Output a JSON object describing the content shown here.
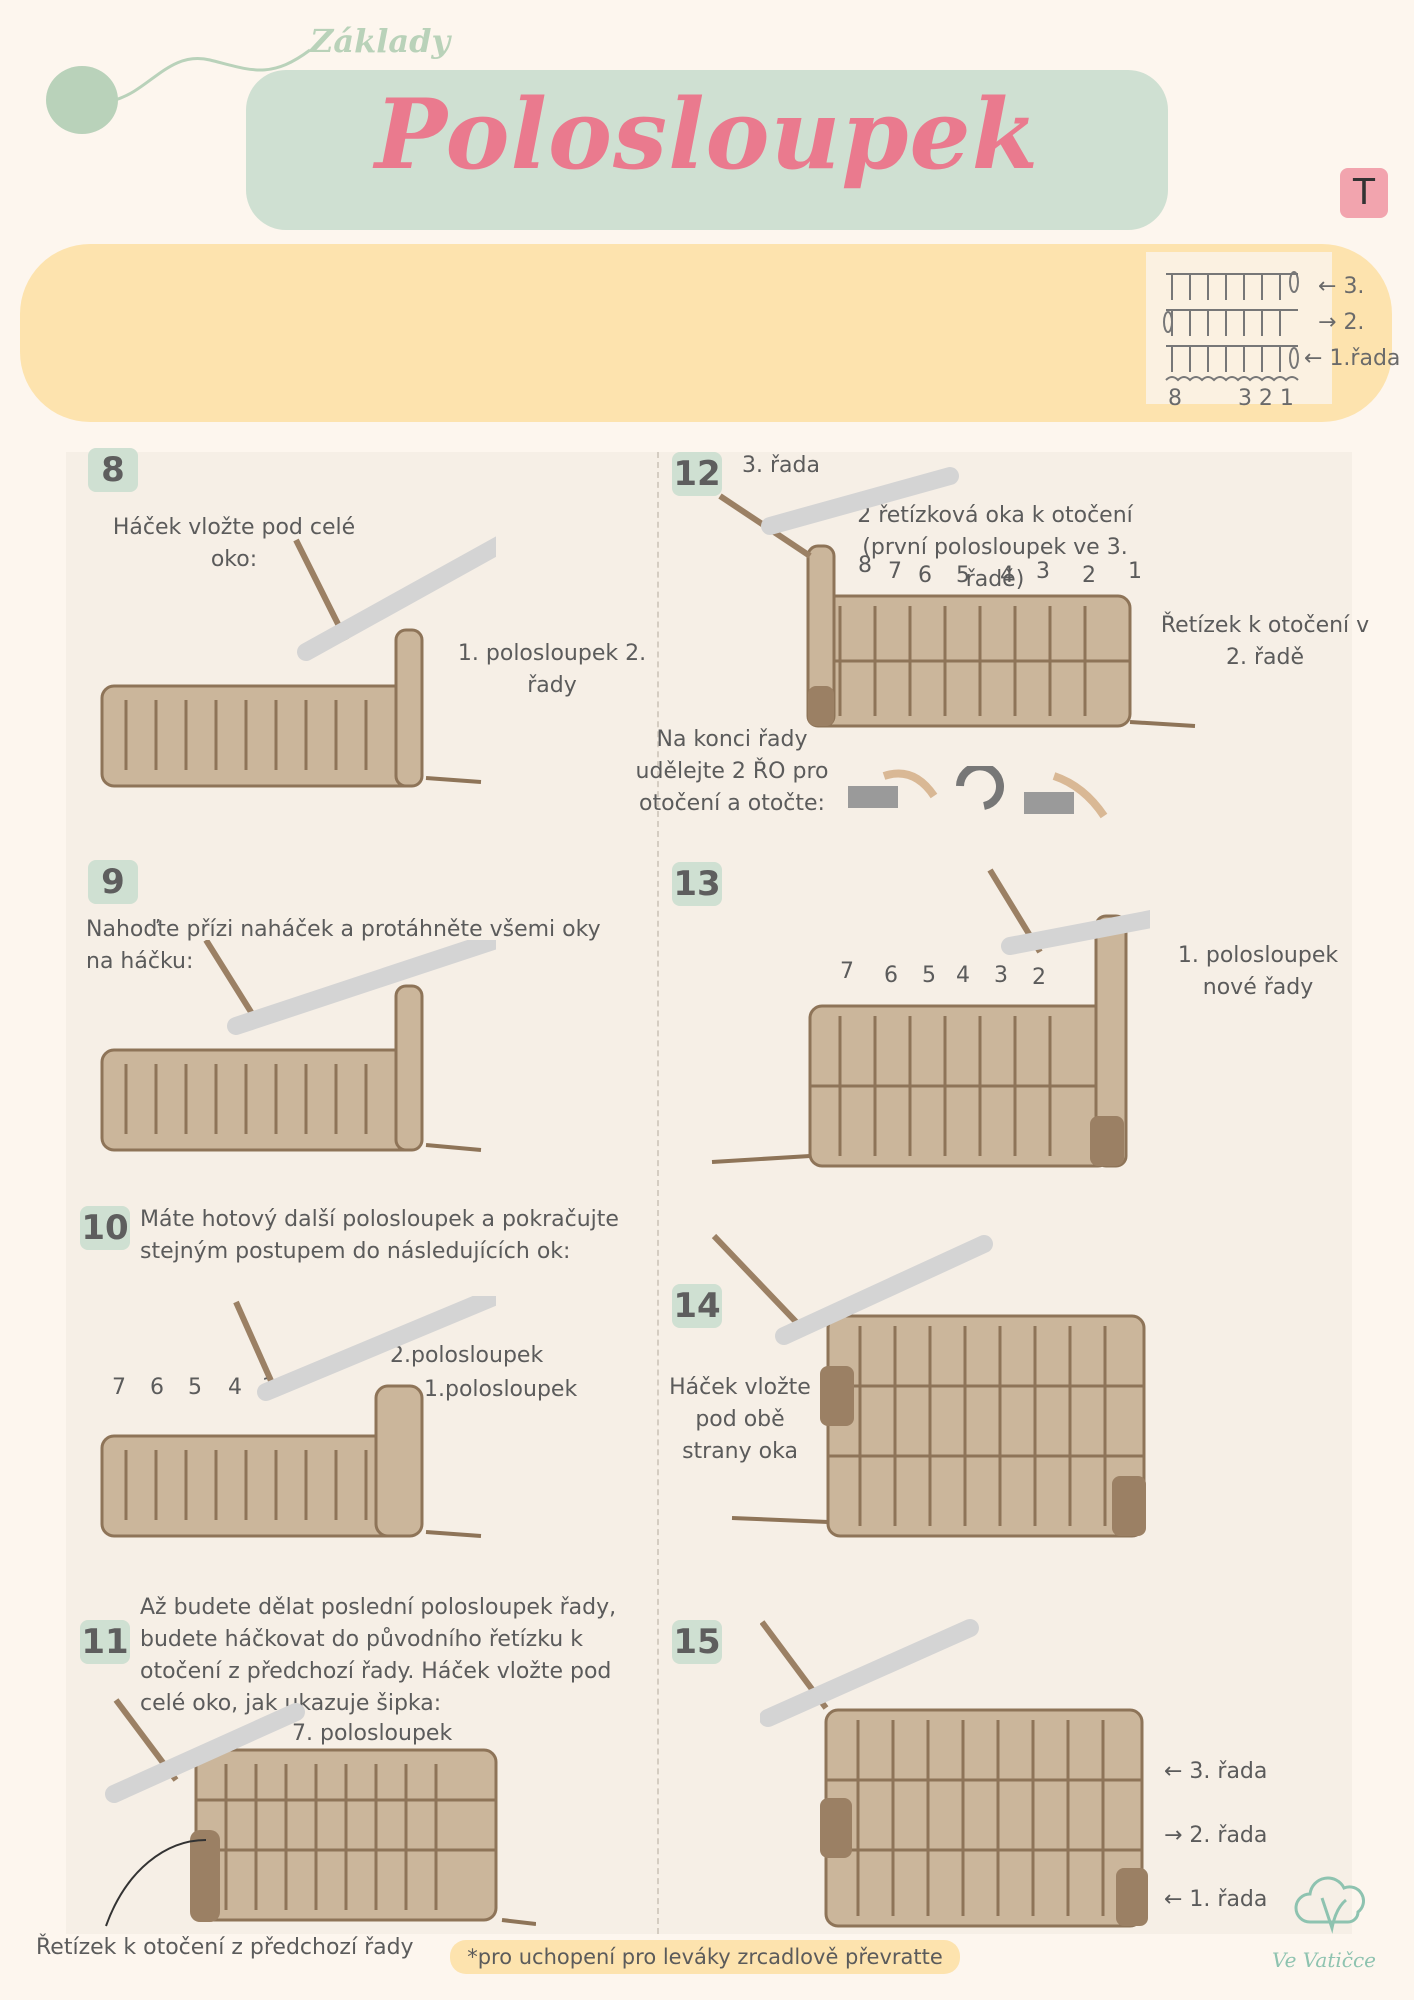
{
  "header": {
    "subtitle": "Základy",
    "title": "Polosloupek",
    "tag": "T"
  },
  "legend": {
    "rows": [
      "3.",
      "2.",
      "1.řada"
    ],
    "bottom_numbers": "8        3 2 1"
  },
  "steps": {
    "s8": {
      "num": "8",
      "text": "Háček vložte pod celé oko:",
      "label": "1. polosloupek 2. řady"
    },
    "s9": {
      "num": "9",
      "text": "Nahoďte přízi naháček a protáhněte všemi oky na háčku:"
    },
    "s10": {
      "num": "10",
      "text": "Máte hotový další polosloupek a pokračujte stejným postupem do následujících ok:",
      "label2": "2.polosloupek",
      "label1": "1.polosloupek",
      "stitch_numbers": [
        "7",
        "6",
        "5",
        "4",
        "3"
      ]
    },
    "s11": {
      "num": "11",
      "text": "Až budete dělat poslední polosloupek řady, budete háčkovat do původního řetízku k otočení z předchozí řady. Háček vložte pod celé oko, jak ukazuje šipka:",
      "label": "7. polosloupek",
      "bottom_label": "Řetízek k otočení z předchozí řady"
    },
    "s12": {
      "num": "12",
      "row_label": "3. řada",
      "chain_text": "2 řetízková oka k otočení (první polosloupek ve 3. řadě)",
      "stitch_numbers": [
        "8",
        "7",
        "6",
        "5",
        "4",
        "3",
        "2",
        "1"
      ],
      "side_label": "Řetízek k otočení v 2. řadě",
      "turn_text": "Na konci řady udělejte 2 ŘO pro otočení a otočte:"
    },
    "s13": {
      "num": "13",
      "label": "1. polosloupek nové řady",
      "stitch_numbers": [
        "7",
        "6",
        "5",
        "4",
        "3",
        "2"
      ]
    },
    "s14": {
      "num": "14",
      "text": "Háček vložte pod obě strany oka"
    },
    "s15": {
      "num": "15",
      "rows": [
        "← 3. řada",
        "→ 2. řada",
        "← 1. řada"
      ]
    }
  },
  "footer": {
    "note": "*pro uchopení pro leváky zrcadlově převratte",
    "brand": "Ve Vatičce"
  },
  "colors": {
    "mint": "#cfe0d2",
    "pink": "#ea7a8e",
    "yellow": "#fde3ae",
    "yarn": "#c9b49a",
    "yarn_dark": "#9b8064",
    "hook": "#dcdcdc"
  }
}
